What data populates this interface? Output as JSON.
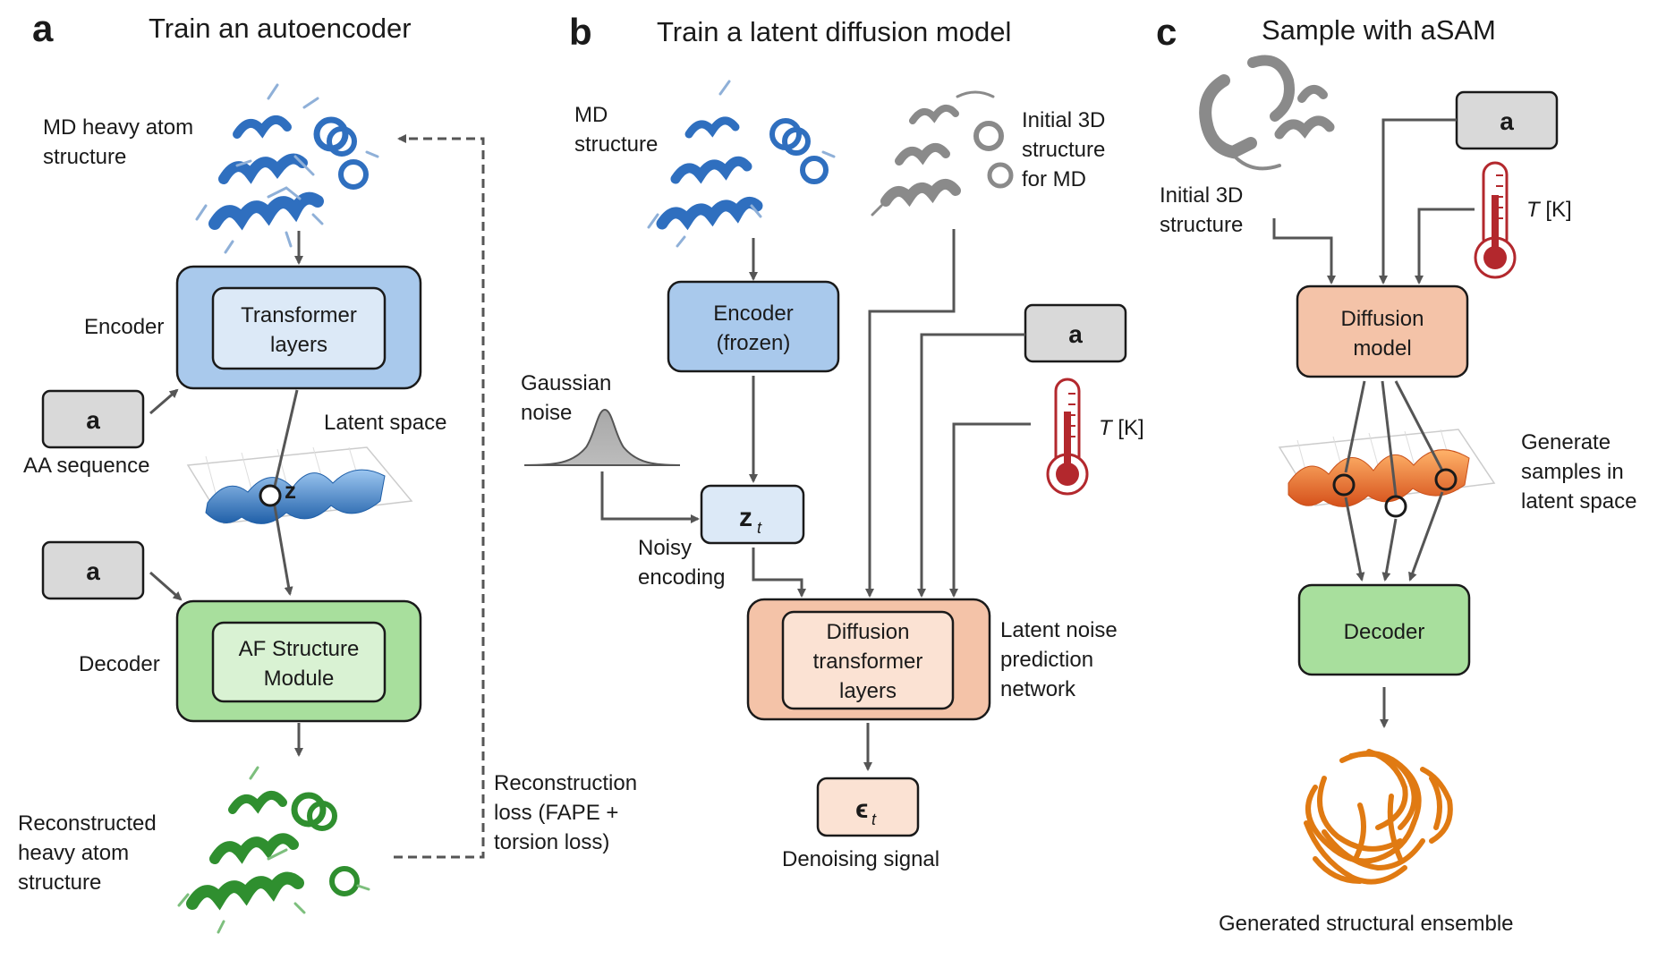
{
  "panels": {
    "a": {
      "letter": "a",
      "title": "Train an autoencoder",
      "md_label_1": "MD heavy atom",
      "md_label_2": "structure",
      "encoder_label": "Encoder",
      "encoder_inner_1": "Transformer",
      "encoder_inner_2": "layers",
      "seq_box": "a",
      "seq_label": "AA sequence",
      "latent_label": "Latent space",
      "z_label": "z",
      "decoder_seq_box": "a",
      "decoder_label": "Decoder",
      "decoder_inner_1": "AF Structure",
      "decoder_inner_2": "Module",
      "recon_label_1": "Reconstructed",
      "recon_label_2": "heavy atom",
      "recon_label_3": "structure",
      "loss_1": "Reconstruction",
      "loss_2": "loss (FAPE +",
      "loss_3": "torsion loss)"
    },
    "b": {
      "letter": "b",
      "title": "Train a latent diffusion model",
      "md_label_1": "MD",
      "md_label_2": "structure",
      "init_1": "Initial 3D",
      "init_2": "structure",
      "init_3": "for MD",
      "encoder_1": "Encoder",
      "encoder_2": "(frozen)",
      "noise_1": "Gaussian",
      "noise_2": "noise",
      "zt": "z",
      "zt_sub": "t",
      "noisy_1": "Noisy",
      "noisy_2": "encoding",
      "seq_box": "a",
      "temp_label": "T",
      "temp_unit": " [K]",
      "diff_1": "Diffusion",
      "diff_2": "transformer",
      "diff_3": "layers",
      "net_1": "Latent noise",
      "net_2": "prediction",
      "net_3": "network",
      "eps": "ϵ",
      "eps_sub": "t",
      "denoise": "Denoising signal"
    },
    "c": {
      "letter": "c",
      "title": "Sample with aSAM",
      "seq_box": "a",
      "init_1": "Initial 3D",
      "init_2": "structure",
      "temp_label": "T",
      "temp_unit": " [K]",
      "diff_1": "Diffusion",
      "diff_2": "model",
      "gen_1": "Generate",
      "gen_2": "samples in",
      "gen_3": "latent space",
      "decoder": "Decoder",
      "ensemble": "Generated structural ensemble"
    }
  },
  "colors": {
    "encoder_outer": "#a9c9ec",
    "encoder_inner": "#dce9f7",
    "decoder_outer": "#a8df9d",
    "decoder_inner": "#d9f2d3",
    "diffusion_outer": "#f4c3a8",
    "diffusion_inner": "#fbe2d3",
    "seq_box": "#d9d9d9",
    "thermometer": "#b3282d",
    "protein_blue": "#2f6fbf",
    "protein_green": "#2f8f2f",
    "protein_gray": "#8a8a8a",
    "protein_orange": "#e07a12"
  }
}
